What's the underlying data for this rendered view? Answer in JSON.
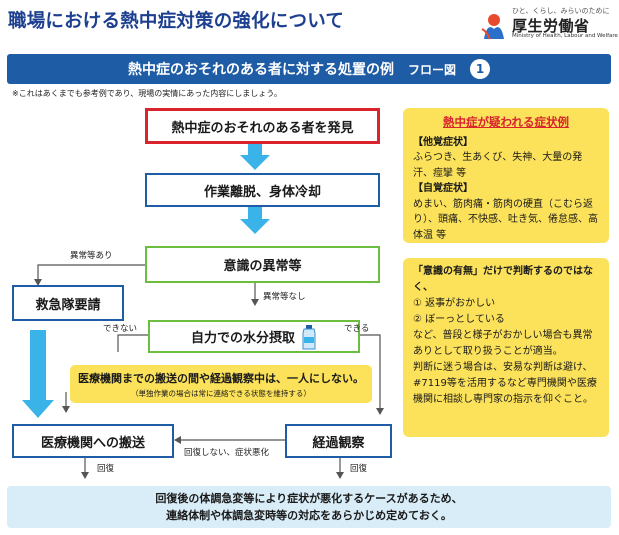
{
  "title": "職場における熱中症対策の強化について",
  "logo": {
    "tagline": "ひと、くらし、みらいのために",
    "name": "厚生労働省",
    "sub": "Ministry of Health, Labour and Welfare"
  },
  "banner": {
    "text": "熱中症のおそれのある者に対する処置の例",
    "label": "フロー図",
    "number": "1"
  },
  "note": "※これはあくまでも参考例であり、現場の実情にあった内容にしましょう。",
  "flow": {
    "discover": "熱中症のおそれのある者を発見",
    "remove": "作業離脱、身体冷却",
    "consciousness": "意識の異常等",
    "ambulance": "救急隊要請",
    "hydration": "自力での水分摂取",
    "transport": "医療機関への搬送",
    "observe": "経過観察"
  },
  "labels": {
    "abnormal": "異常等あり",
    "normal": "異常等なし",
    "cannot": "できない",
    "can": "できる",
    "not_recovered": "回復しない、症状悪化",
    "recovered_left": "回復",
    "recovered_right": "回復"
  },
  "callout": {
    "main": "医療機関までの搬送の間や経過観察中は、一人にしない。",
    "sub": "（単独作業の場合は常に連絡できる状態を維持する）"
  },
  "symptoms": {
    "heading": "熱中症が疑われる症状例",
    "other_title": "【他覚症状】",
    "other_text": "ふらつき、生あくび、失神、大量の発汗、痙攣 等",
    "self_title": "【自覚症状】",
    "self_text": "めまい、筋肉痛・筋肉の硬直（こむら返り）、頭痛、不快感、吐き気、倦怠感、高体温 等"
  },
  "judgement": {
    "lead": "「意識の有無」だけで判断するのではなく、",
    "item1": "① 返事がおかしい",
    "item2": "② ぼーっとしている",
    "text1": "など、普段と様子がおかしい場合も異常ありとして取り扱うことが適当。",
    "text2": "判断に迷う場合は、安易な判断は避け、#7119等を活用するなど専門機関や医療機関に相談し専門家の指示を仰ぐこと。"
  },
  "footer": {
    "line1": "回復後の体調急変等により症状が悪化するケースがあるため、",
    "line2": "連絡体制や体調急変時等の対応をあらかじめ定めておく。"
  },
  "colors": {
    "navy": "#1d3f8f",
    "banner": "#1e5ca5",
    "red": "#d9232d",
    "green": "#6cbf3e",
    "yellow": "#fce25a",
    "arrow_blue": "#3ab4e8",
    "footer_bg": "#d9edf8"
  }
}
